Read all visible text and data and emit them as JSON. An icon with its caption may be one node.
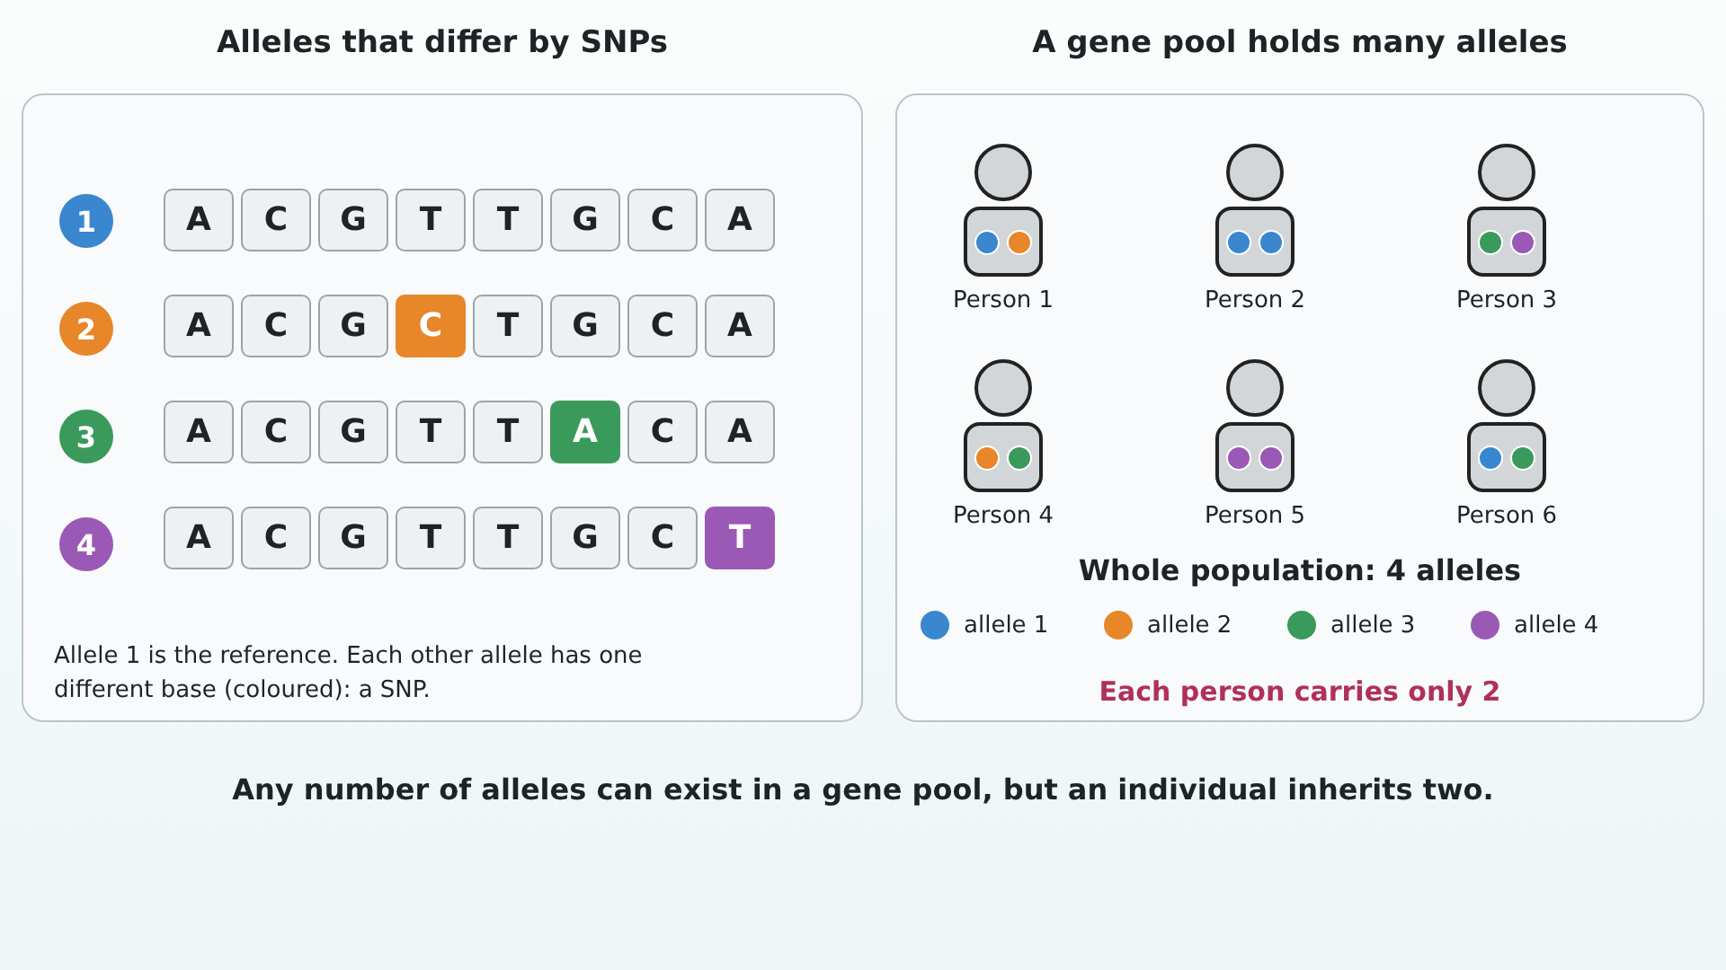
{
  "diagram": {
    "caption": "Any number of alleles can exist in a gene pool, but an individual inherits two.",
    "nodes": [
      {
        "text": [
          "Alleles that differ by SNPs",
          "Allele 1 is the reference. Each other allele has one different base (coloured): a SNP."
        ]
      },
      {
        "text": [
          "1"
        ],
        "in": 0
      },
      {
        "text": [
          "A"
        ],
        "in": 0
      },
      {
        "text": [
          "C"
        ],
        "in": 0
      },
      {
        "text": [
          "G"
        ],
        "in": 0
      },
      {
        "text": [
          "T"
        ],
        "in": 0
      },
      {
        "text": [
          "T"
        ],
        "in": 0
      },
      {
        "text": [
          "G"
        ],
        "in": 0
      },
      {
        "text": [
          "C"
        ],
        "in": 0
      },
      {
        "text": [
          "A"
        ],
        "in": 0
      },
      {
        "text": [
          "2"
        ],
        "in": 0
      },
      {
        "text": [
          "A"
        ],
        "in": 0
      },
      {
        "text": [
          "C"
        ],
        "in": 0
      },
      {
        "text": [
          "G"
        ],
        "in": 0
      },
      {
        "text": [
          "C"
        ],
        "in": 0
      },
      {
        "text": [
          "T"
        ],
        "in": 0
      },
      {
        "text": [
          "G"
        ],
        "in": 0
      },
      {
        "text": [
          "C"
        ],
        "in": 0
      },
      {
        "text": [
          "A"
        ],
        "in": 0
      },
      {
        "text": [
          "3"
        ],
        "in": 0
      },
      {
        "text": [
          "A"
        ],
        "in": 0
      },
      {
        "text": [
          "C"
        ],
        "in": 0
      },
      {
        "text": [
          "G"
        ],
        "in": 0
      },
      {
        "text": [
          "T"
        ],
        "in": 0
      },
      {
        "text": [
          "T"
        ],
        "in": 0
      },
      {
        "text": [
          "A"
        ],
        "in": 0
      },
      {
        "text": [
          "C"
        ],
        "in": 0
      },
      {
        "text": [
          "A"
        ],
        "in": 0
      },
      {
        "text": [
          "4"
        ],
        "in": 0
      },
      {
        "text": [
          "A"
        ],
        "in": 0
      },
      {
        "text": [
          "C"
        ],
        "in": 0
      },
      {
        "text": [
          "G"
        ],
        "in": 0
      },
      {
        "text": [
          "T"
        ],
        "in": 0
      },
      {
        "text": [
          "T"
        ],
        "in": 0
      },
      {
        "text": [
          "G"
        ],
        "in": 0
      },
      {
        "text": [
          "C"
        ],
        "in": 0
      },
      {
        "text": [
          "T"
        ],
        "in": 0
      },
      {
        "text": [
          "A gene pool holds many alleles"
        ]
      },
      {
        "text": [
          "Person 1"
        ],
        "in": 37
      },
      {
        "text": [],
        "shape": "circle",
        "in": 38
      },
      {
        "text": [],
        "shape": "circle",
        "in": 38
      },
      {
        "text": [
          "Person 2"
        ],
        "in": 37
      },
      {
        "text": [],
        "shape": "circle",
        "in": 41
      },
      {
        "text": [],
        "shape": "circle",
        "in": 41
      },
      {
        "text": [
          "Person 3"
        ],
        "in": 37
      },
      {
        "text": [],
        "shape": "circle",
        "in": 44
      },
      {
        "text": [],
        "shape": "circle",
        "in": 44
      },
      {
        "text": [
          "Person 4"
        ],
        "in": 37
      },
      {
        "text": [],
        "shape": "circle",
        "in": 47
      },
      {
        "text": [],
        "shape": "circle",
        "in": 47
      },
      {
        "text": [
          "Person 5"
        ],
        "in": 37
      },
      {
        "text": [],
        "shape": "circle",
        "in": 50
      },
      {
        "text": [],
        "shape": "circle",
        "in": 50
      },
      {
        "text": [
          "Person 6"
        ],
        "in": 37
      },
      {
        "text": [],
        "shape": "circle",
        "in": 53
      },
      {
        "text": [],
        "shape": "circle",
        "in": 53
      }
    ],
    "edges": [],
    "labels": [
      "Whole population: 4 alleles",
      "Each person carries only 2"
    ],
    "legend": [
      {
        "text": "allele 1",
        "color": "#3a87d0"
      },
      {
        "text": "allele 2",
        "color": "#e8862a"
      },
      {
        "text": "allele 3",
        "color": "#3a9a5c"
      },
      {
        "text": "allele 4",
        "color": "#9b59b6"
      }
    ]
  }
}
